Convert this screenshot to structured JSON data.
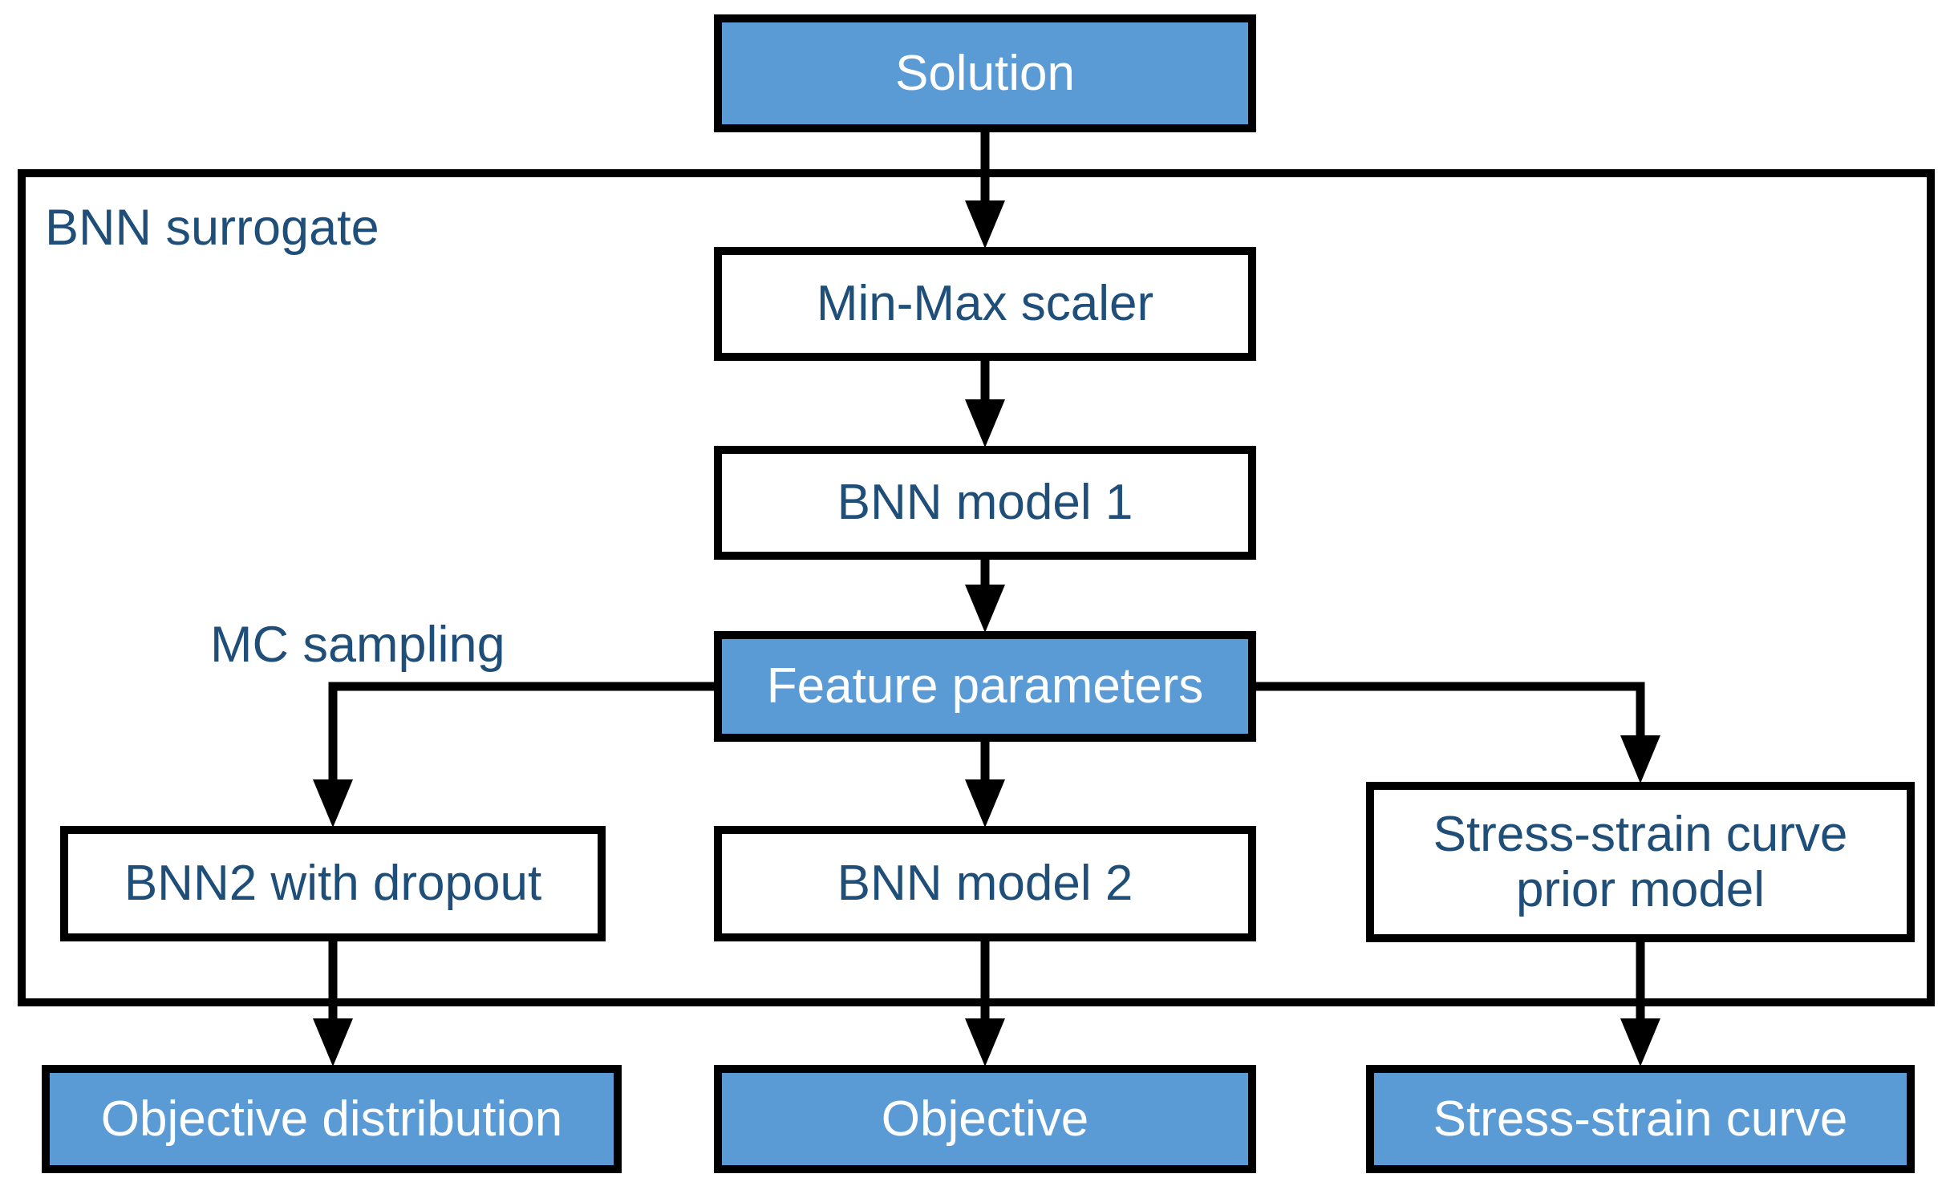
{
  "figure": {
    "background": "#ffffff",
    "labels": {
      "surrogate_group": "BNN surrogate",
      "mc_sampling": "MC sampling"
    },
    "nodes": {
      "solution": {
        "label": "Solution",
        "style": "blue"
      },
      "min_max_scaler": {
        "label": "Min-Max scaler",
        "style": "white"
      },
      "bnn_model_1": {
        "label": "BNN model 1",
        "style": "white"
      },
      "feature_parameters": {
        "label": "Feature parameters",
        "style": "blue"
      },
      "bnn2_with_dropout": {
        "label": "BNN2 with dropout",
        "style": "white"
      },
      "bnn_model_2": {
        "label": "BNN model 2",
        "style": "white"
      },
      "stress_strain_prior": {
        "label": "Stress-strain curve prior model",
        "style": "white"
      },
      "objective_distribution": {
        "label": "Objective distribution",
        "style": "blue"
      },
      "objective": {
        "label": "Objective",
        "style": "blue"
      },
      "stress_strain_curve": {
        "label": "Stress-strain curve",
        "style": "blue"
      }
    },
    "edges": [
      {
        "from": "solution",
        "to": "min_max_scaler"
      },
      {
        "from": "min_max_scaler",
        "to": "bnn_model_1"
      },
      {
        "from": "bnn_model_1",
        "to": "feature_parameters"
      },
      {
        "from": "feature_parameters",
        "to": "bnn2_with_dropout"
      },
      {
        "from": "feature_parameters",
        "to": "bnn_model_2"
      },
      {
        "from": "feature_parameters",
        "to": "stress_strain_prior"
      },
      {
        "from": "bnn2_with_dropout",
        "to": "objective_distribution"
      },
      {
        "from": "bnn_model_2",
        "to": "objective"
      },
      {
        "from": "stress_strain_prior",
        "to": "stress_strain_curve"
      }
    ],
    "colors": {
      "node_fill": "#5b9bd5",
      "text_on_fill": "#ffffff",
      "text_dark": "#1f4e79",
      "line": "#000000"
    }
  }
}
